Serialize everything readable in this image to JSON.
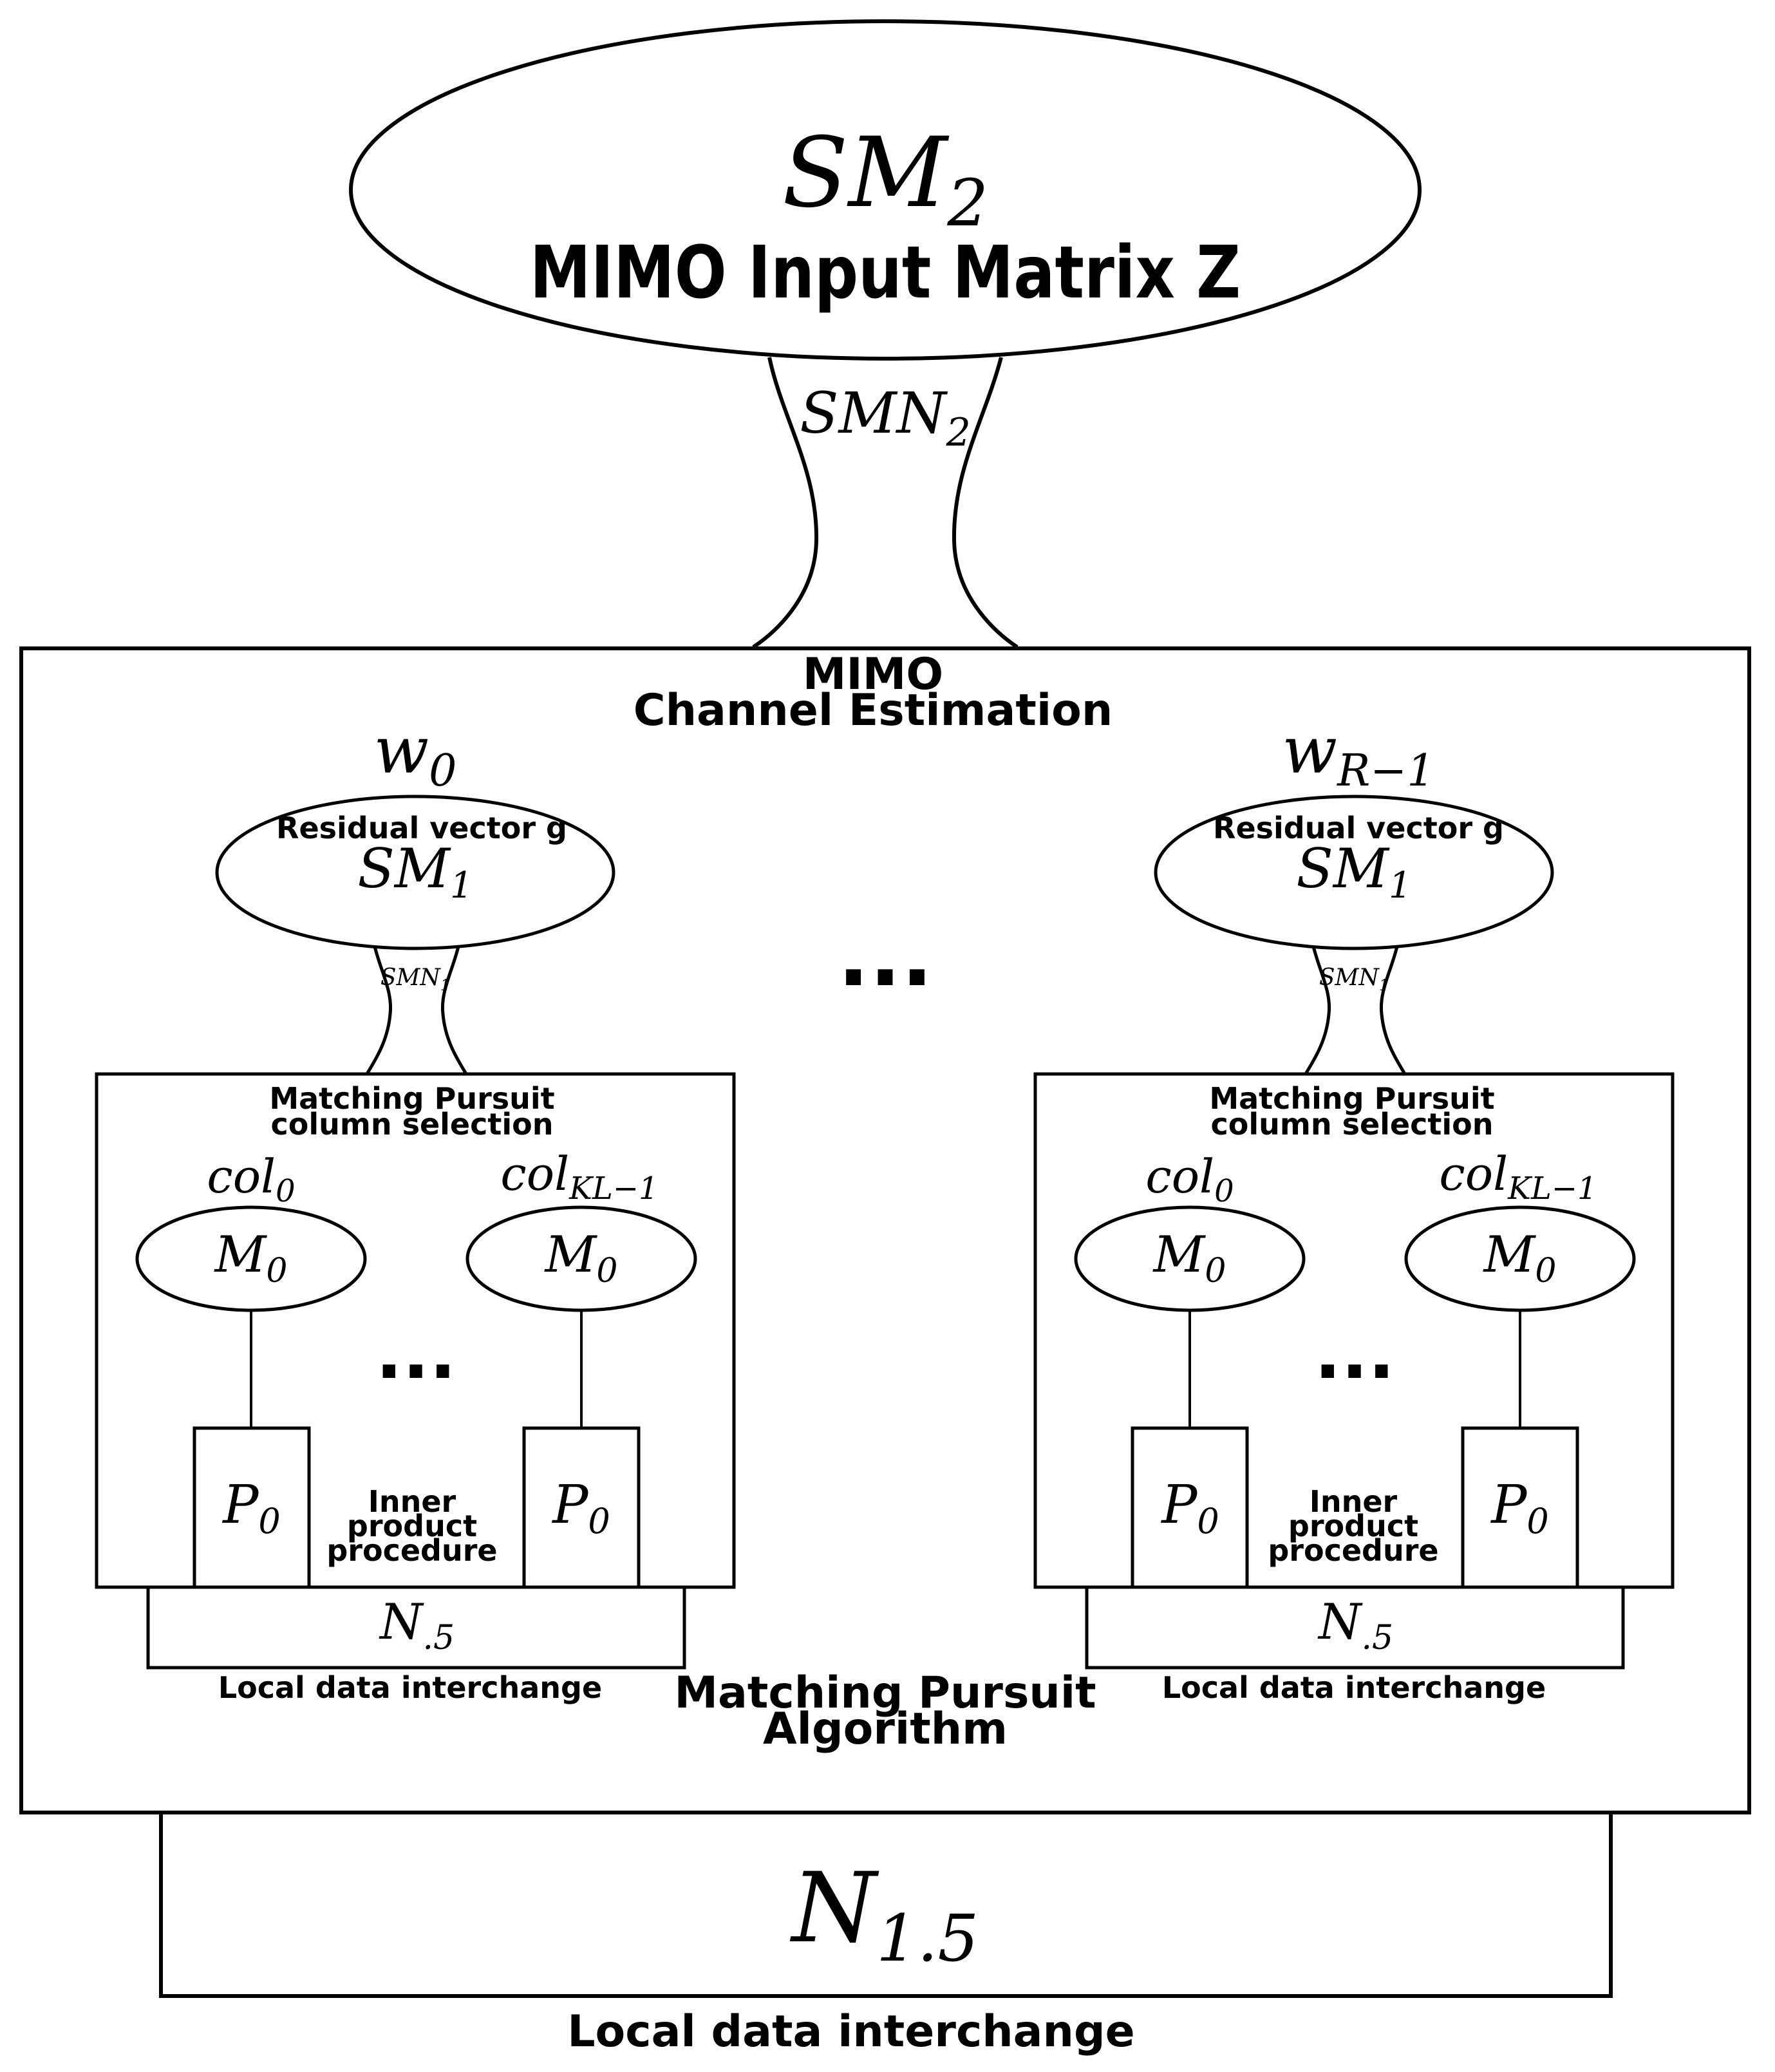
{
  "top": {
    "node_base": "SM",
    "node_sub": "2",
    "title": "MIMO Input Matrix Z",
    "link_base": "SMN",
    "link_sub": "2"
  },
  "outer": {
    "title_line1": "MIMO",
    "title_line2": "Channel Estimation",
    "algorithm_line1": "Matching Pursuit",
    "algorithm_line2": "Algorithm",
    "ellipsis": "..."
  },
  "workers": [
    {
      "label_base": "w",
      "label_sub": "0",
      "residual_label": "Residual vector g",
      "memory_base": "SM",
      "memory_sub": "1",
      "link_base": "SMN",
      "link_sub": "1",
      "box_title_line1": "Matching Pursuit",
      "box_title_line2": "column selection",
      "columns": [
        {
          "label_base": "col",
          "label_sub": "0",
          "memory_base": "M",
          "memory_sub": "0",
          "proc_base": "P",
          "proc_sub": "0"
        },
        {
          "label_base": "col",
          "label_sub": "KL−1",
          "memory_base": "M",
          "memory_sub": "0",
          "proc_base": "P",
          "proc_sub": "0"
        }
      ],
      "ellipsis": "...",
      "inner_label": [
        "Inner",
        "product",
        "procedure"
      ],
      "network_base": "N",
      "network_sub": ".5",
      "network_label": "Local data interchange"
    },
    {
      "label_base": "w",
      "label_sub": "R−1",
      "residual_label": "Residual vector g",
      "memory_base": "SM",
      "memory_sub": "1",
      "link_base": "SMN",
      "link_sub": "1",
      "box_title_line1": "Matching Pursuit",
      "box_title_line2": "column selection",
      "columns": [
        {
          "label_base": "col",
          "label_sub": "0",
          "memory_base": "M",
          "memory_sub": "0",
          "proc_base": "P",
          "proc_sub": "0"
        },
        {
          "label_base": "col",
          "label_sub": "KL−1",
          "memory_base": "M",
          "memory_sub": "0",
          "proc_base": "P",
          "proc_sub": "0"
        }
      ],
      "ellipsis": "...",
      "inner_label": [
        "Inner",
        "product",
        "procedure"
      ],
      "network_base": "N",
      "network_sub": ".5",
      "network_label": "Local data interchange"
    }
  ],
  "bottom": {
    "network_base": "N",
    "network_sub": "1.5",
    "network_label": "Local data interchange"
  }
}
